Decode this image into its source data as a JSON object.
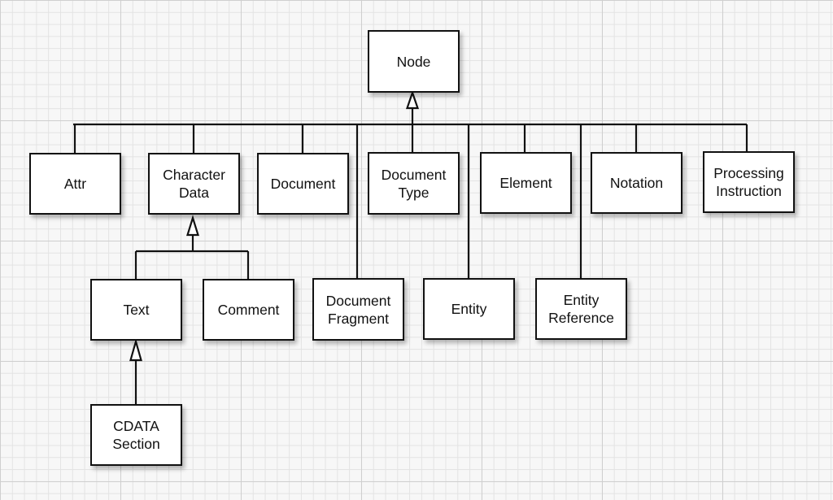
{
  "diagram": {
    "nodes": {
      "node": "Node",
      "attr": "Attr",
      "character_data": "Character\nData",
      "document": "Document",
      "document_type": "Document\nType",
      "element": "Element",
      "notation": "Notation",
      "processing_instruction": "Processing\nInstruction",
      "text": "Text",
      "comment": "Comment",
      "document_fragment": "Document\nFragment",
      "entity": "Entity",
      "entity_reference": "Entity\nReference",
      "cdata_section": "CDATA\nSection"
    },
    "edges": [
      {
        "from": "attr",
        "to": "node",
        "type": "inheritance"
      },
      {
        "from": "character_data",
        "to": "node",
        "type": "inheritance"
      },
      {
        "from": "document",
        "to": "node",
        "type": "inheritance"
      },
      {
        "from": "document_fragment",
        "to": "node",
        "type": "inheritance"
      },
      {
        "from": "document_type",
        "to": "node",
        "type": "inheritance"
      },
      {
        "from": "entity",
        "to": "node",
        "type": "inheritance"
      },
      {
        "from": "element",
        "to": "node",
        "type": "inheritance"
      },
      {
        "from": "entity_reference",
        "to": "node",
        "type": "inheritance"
      },
      {
        "from": "notation",
        "to": "node",
        "type": "inheritance"
      },
      {
        "from": "processing_instruction",
        "to": "node",
        "type": "inheritance"
      },
      {
        "from": "text",
        "to": "character_data",
        "type": "inheritance"
      },
      {
        "from": "comment",
        "to": "character_data",
        "type": "inheritance"
      },
      {
        "from": "cdata_section",
        "to": "text",
        "type": "inheritance"
      }
    ]
  }
}
